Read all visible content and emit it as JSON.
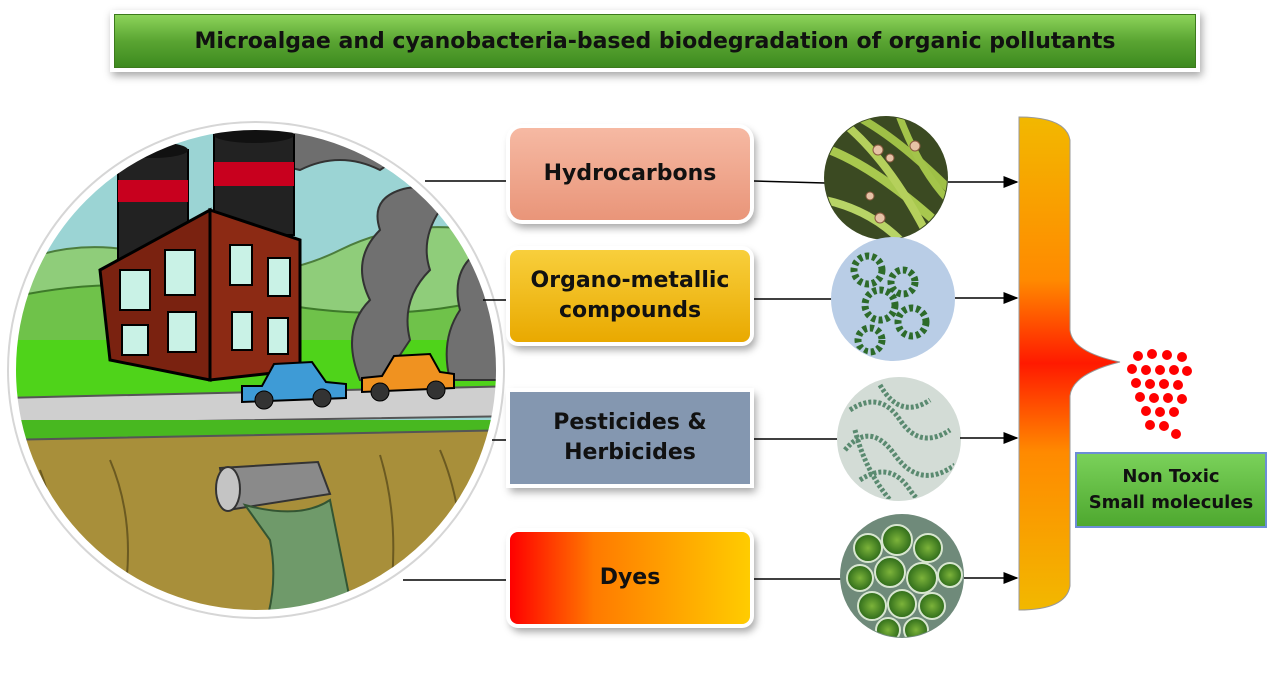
{
  "title": "Microalgae and cyanobacteria-based biodegradation of organic pollutants",
  "pollutants": [
    {
      "label": "Hydrocarbons"
    },
    {
      "label": "Organo-metallic\ncompounds"
    },
    {
      "label": "Pesticides &\nHerbicides"
    },
    {
      "label": "Dyes"
    }
  ],
  "result": "Non Toxic\nSmall molecules",
  "colors": {
    "title_green": "#5aa532",
    "hydrocarbons": "#f0a58c",
    "organometallic": "#f2bb14",
    "pesticides": "#8497b0",
    "dyes_from": "#ff0000",
    "dyes_to": "#ffcc00",
    "collector_top": "#f2b800",
    "collector_mid": "#ff1a00",
    "molecules": "#ff0000",
    "result_green": "#5fba3e"
  },
  "illustration": {
    "scene": "industrial-pollution-scene",
    "organisms": [
      "filamentous-cyanobacteria",
      "colonial-microalgae",
      "spiral-cyanobacteria",
      "green-algae-cells"
    ]
  }
}
